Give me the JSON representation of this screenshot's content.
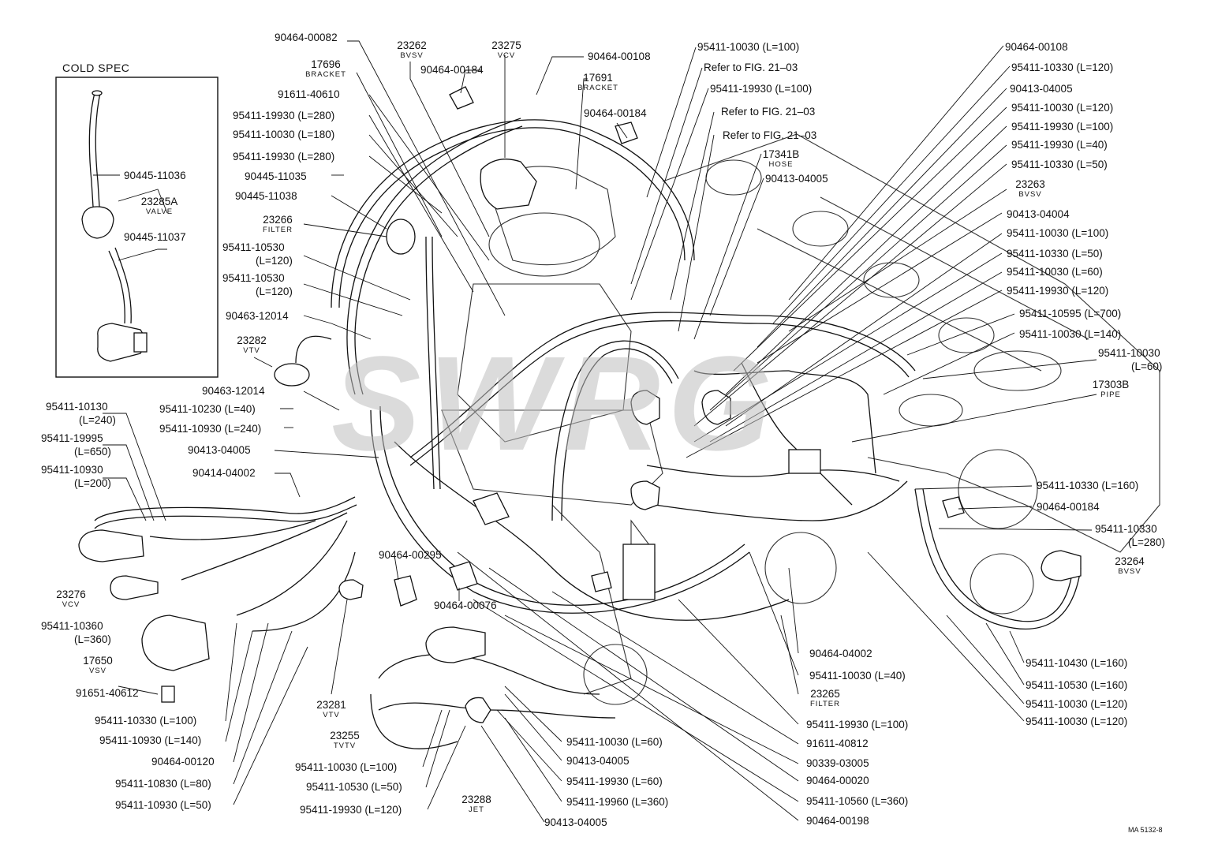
{
  "diagram": {
    "inset_title": "COLD SPEC",
    "ref_code": "MA 5132-8",
    "watermark": "SWRG",
    "labels": [
      {
        "id": "l01",
        "text": "90464-00082"
      },
      {
        "id": "l02",
        "text": "23262",
        "sub": "BVSV"
      },
      {
        "id": "l03",
        "text": "23275",
        "sub": "VCV"
      },
      {
        "id": "l04",
        "text": "90464-00108"
      },
      {
        "id": "l05",
        "text": "95411-10030 (L=100)"
      },
      {
        "id": "l06",
        "text": "90464-00108"
      },
      {
        "id": "l07",
        "text": "17696",
        "sub": "BRACKET"
      },
      {
        "id": "l08",
        "text": "90464-00184"
      },
      {
        "id": "l09",
        "text": "17691",
        "sub": "BRACKET"
      },
      {
        "id": "l10",
        "text": "Refer to FIG. 21–03"
      },
      {
        "id": "l11",
        "text": "95411-10330 (L=120)"
      },
      {
        "id": "l12",
        "text": "91611-40610"
      },
      {
        "id": "l13",
        "text": "95411-19930 (L=100)"
      },
      {
        "id": "l14",
        "text": "90413-04005"
      },
      {
        "id": "l15",
        "text": "95411-19930 (L=280)"
      },
      {
        "id": "l16",
        "text": "90464-00184"
      },
      {
        "id": "l17",
        "text": "Refer to FIG. 21–03"
      },
      {
        "id": "l18",
        "text": "95411-10030 (L=120)"
      },
      {
        "id": "l19",
        "text": "95411-10030 (L=180)"
      },
      {
        "id": "l20",
        "text": "Refer to FIG. 21–03"
      },
      {
        "id": "l21",
        "text": "95411-19930 (L=100)"
      },
      {
        "id": "l22",
        "text": "95411-19930 (L=280)"
      },
      {
        "id": "l23",
        "text": "17341B",
        "sub": "HOSE"
      },
      {
        "id": "l24",
        "text": "95411-19930 (L=40)"
      },
      {
        "id": "l25",
        "text": "90445-11035"
      },
      {
        "id": "l26",
        "text": "90413-04005"
      },
      {
        "id": "l27",
        "text": "95411-10330 (L=50)"
      },
      {
        "id": "l28",
        "text": "90445-11038"
      },
      {
        "id": "l29",
        "text": "23263",
        "sub": "BVSV"
      },
      {
        "id": "l30",
        "text": "23266",
        "sub": "FILTER"
      },
      {
        "id": "l31",
        "text": "90413-04004"
      },
      {
        "id": "l32",
        "text": "95411-10530",
        "sub2": "(L=120)"
      },
      {
        "id": "l33",
        "text": "95411-10030 (L=100)"
      },
      {
        "id": "l34",
        "text": "95411-10330 (L=50)"
      },
      {
        "id": "l35",
        "text": "95411-10530",
        "sub2": "(L=120)"
      },
      {
        "id": "l36",
        "text": "95411-10030 (L=60)"
      },
      {
        "id": "l37",
        "text": "95411-19930 (L=120)"
      },
      {
        "id": "l38",
        "text": "90463-12014"
      },
      {
        "id": "l39",
        "text": "95411-10595 (L=700)"
      },
      {
        "id": "l40",
        "text": "23282",
        "sub": "VTV"
      },
      {
        "id": "l41",
        "text": "95411-10030 (L=140)"
      },
      {
        "id": "l42",
        "text": "95411-10030",
        "sub2": "(L=60)"
      },
      {
        "id": "l43",
        "text": "90463-12014"
      },
      {
        "id": "l44",
        "text": "17303B",
        "sub": "PIPE"
      },
      {
        "id": "l45",
        "text": "95411-10130",
        "sub2": "(L=240)"
      },
      {
        "id": "l46",
        "text": "95411-10230 (L=40)"
      },
      {
        "id": "l47",
        "text": "95411-19995",
        "sub2": "(L=650)"
      },
      {
        "id": "l48",
        "text": "95411-10930 (L=240)"
      },
      {
        "id": "l49",
        "text": "90413-04005"
      },
      {
        "id": "l50",
        "text": "95411-10930",
        "sub2": "(L=200)"
      },
      {
        "id": "l51",
        "text": "90414-04002"
      },
      {
        "id": "l52",
        "text": "95411-10330 (L=160)"
      },
      {
        "id": "l53",
        "text": "90464-00184"
      },
      {
        "id": "l54",
        "text": "95411-10330",
        "sub2": "(L=280)"
      },
      {
        "id": "l55",
        "text": "23264",
        "sub": "BVSV"
      },
      {
        "id": "l56",
        "text": "90464-00295"
      },
      {
        "id": "l57",
        "text": "23276",
        "sub": "VCV"
      },
      {
        "id": "l58",
        "text": "90464-00076"
      },
      {
        "id": "l59",
        "text": "95411-10360",
        "sub2": "(L=360)"
      },
      {
        "id": "l60",
        "text": "90464-04002"
      },
      {
        "id": "l61",
        "text": "95411-10430 (L=160)"
      },
      {
        "id": "l62",
        "text": "17650",
        "sub": "VSV"
      },
      {
        "id": "l63",
        "text": "95411-10030  (L=40)"
      },
      {
        "id": "l64",
        "text": "95411-10530 (L=160)"
      },
      {
        "id": "l65",
        "text": "91651-40612"
      },
      {
        "id": "l66",
        "text": "23265",
        "sub": "FILTER"
      },
      {
        "id": "l67",
        "text": "95411-10030 (L=120)"
      },
      {
        "id": "l68",
        "text": "23281",
        "sub": "VTV"
      },
      {
        "id": "l69",
        "text": "95411-10030 (L=120)"
      },
      {
        "id": "l70",
        "text": "95411-19930 (L=100)"
      },
      {
        "id": "l71",
        "text": "95411-10330 (L=100)"
      },
      {
        "id": "l72",
        "text": "23255",
        "sub": "TVTV"
      },
      {
        "id": "l73",
        "text": "95411-10930 (L=140)"
      },
      {
        "id": "l74",
        "text": "95411-10030 (L=60)"
      },
      {
        "id": "l75",
        "text": "91611-40812"
      },
      {
        "id": "l76",
        "text": "90464-00120"
      },
      {
        "id": "l77",
        "text": "90413-04005"
      },
      {
        "id": "l78",
        "text": "90339-03005"
      },
      {
        "id": "l79",
        "text": "95411-10030 (L=100)"
      },
      {
        "id": "l80",
        "text": "95411-19930 (L=60)"
      },
      {
        "id": "l81",
        "text": "90464-00020"
      },
      {
        "id": "l82",
        "text": "95411-10830 (L=80)"
      },
      {
        "id": "l83",
        "text": "95411-10530 (L=50)"
      },
      {
        "id": "l84",
        "text": "23288",
        "sub": "JET"
      },
      {
        "id": "l85",
        "text": "95411-19960 (L=360)"
      },
      {
        "id": "l86",
        "text": "95411-10560 (L=360)"
      },
      {
        "id": "l87",
        "text": "95411-10930 (L=50)"
      },
      {
        "id": "l88",
        "text": "95411-19930 (L=120)"
      },
      {
        "id": "l89",
        "text": "90413-04005"
      },
      {
        "id": "l90",
        "text": "90464-00198"
      }
    ],
    "inset_labels": [
      {
        "id": "i1",
        "text": "90445-11036"
      },
      {
        "id": "i2",
        "text": "23285A",
        "sub": "VALVE"
      },
      {
        "id": "i3",
        "text": "90445-11037"
      }
    ]
  }
}
